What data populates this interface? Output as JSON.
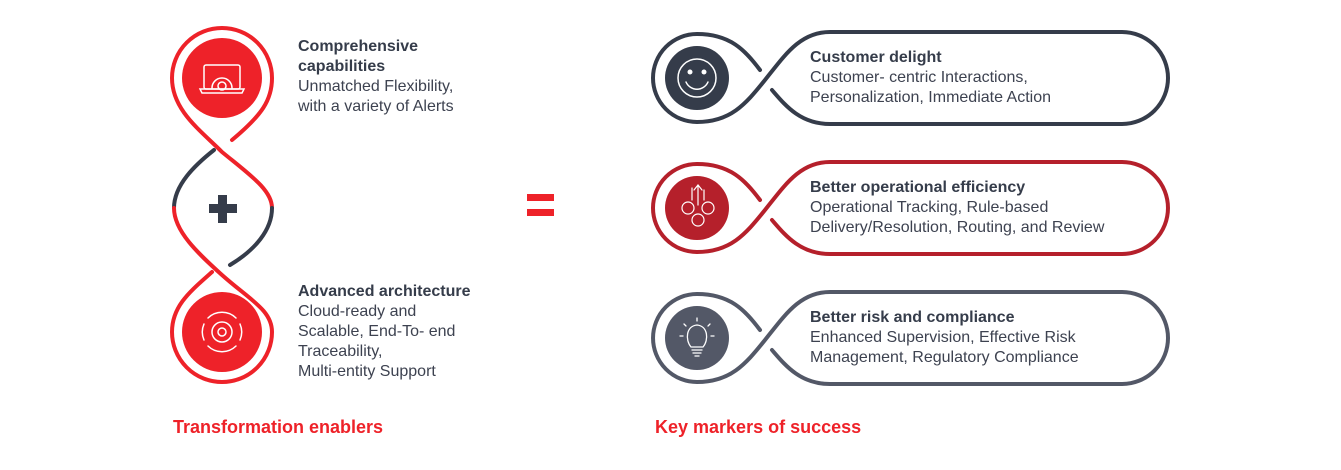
{
  "colors": {
    "red": "#ee2229",
    "dark": "#353c4a",
    "dark_red": "#b5202b",
    "slate": "#535867"
  },
  "left": {
    "caption": "Transformation enablers",
    "items": [
      {
        "title_1": "Comprehensive",
        "title_2": "capabilities",
        "line_1": "Unmatched Flexibility,",
        "line_2": "with a variety of Alerts",
        "icon": "laptop-gear-icon"
      },
      {
        "title_1": "Advanced architecture",
        "line_1": "Cloud-ready and",
        "line_2": "Scalable, End-To- end",
        "line_3": "Traceability,",
        "line_4": "Multi-entity Support",
        "icon": "gear-cycle-icon"
      }
    ],
    "operator": "plus-icon"
  },
  "equals": "equals-icon",
  "right": {
    "caption": "Key markers of success",
    "items": [
      {
        "title": "Customer delight",
        "line_1": "Customer- centric Interactions,",
        "line_2": "Personalization, Immediate Action",
        "icon": "smiley-icon"
      },
      {
        "title": "Better operational efficiency",
        "line_1": "Operational Tracking, Rule-based",
        "line_2": "Delivery/Resolution, Routing, and Review",
        "icon": "gears-arrows-icon"
      },
      {
        "title": "Better risk and compliance",
        "line_1": "Enhanced Supervision, Effective Risk",
        "line_2": "Management, Regulatory Compliance",
        "icon": "lightbulb-icon"
      }
    ]
  }
}
